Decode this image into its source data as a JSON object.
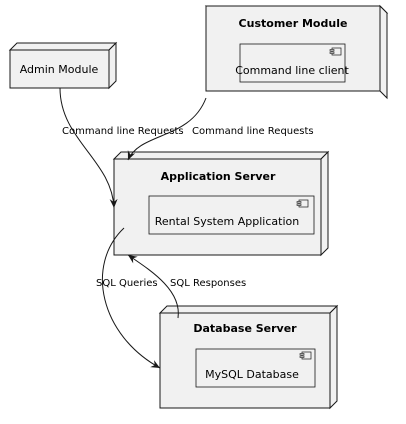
{
  "nodes": {
    "customer": {
      "title": "Customer Module",
      "component": "Command line client"
    },
    "admin": {
      "title": "Admin Module"
    },
    "app": {
      "title": "Application Server",
      "component": "Rental System Application"
    },
    "db": {
      "title": "Database Server",
      "component": "MySQL Database"
    }
  },
  "edges": {
    "admin_to_app": "Command line Requests",
    "customer_to_app": "Command line Requests",
    "app_to_db": "SQL Queries",
    "db_to_app": "SQL Responses"
  },
  "colors": {
    "node_fill": "#F1F1F1",
    "stroke": "#181818",
    "background": "#FFFFFF"
  }
}
